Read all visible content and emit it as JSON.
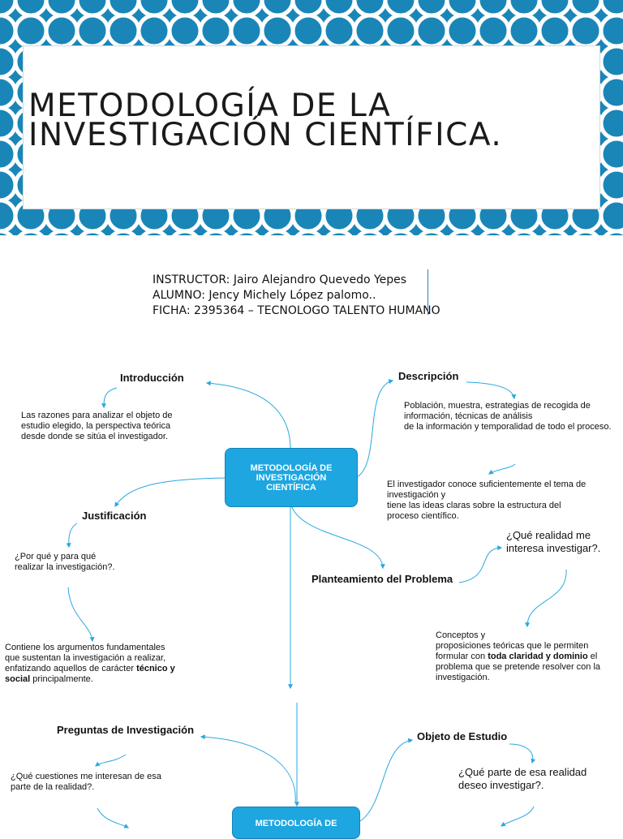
{
  "slide": {
    "title_line1": "METODOLOGÍA DE LA",
    "title_line2": "INVESTIGACIÓN CIENTÍFICA.",
    "instructor": "INSTRUCTOR: Jairo Alejandro Quevedo Yepes",
    "alumno": "ALUMNO: Jency Michely López palomo..",
    "ficha": "FICHA: 2395364 – TECNOLOGO TALENTO HUMANO"
  },
  "map1": {
    "center": {
      "line1": "METODOLOGÍA DE",
      "line2": "INVESTIGACIÓN",
      "line3": "CIENTÍFICA"
    },
    "introduccion": {
      "title": "Introducción",
      "text_line1": "Las razones para analizar el objeto de",
      "text_line2": "estudio elegido, la perspectiva teórica",
      "text_line3": "desde donde se sitúa el investigador."
    },
    "descripcion": {
      "title": "Descripción",
      "text_line1": "Población, muestra, estrategias de recogida de",
      "text_line2": "información, técnicas de análisis",
      "text_line3": "de la información y temporalidad de todo el proceso.",
      "text2_line1": "El investigador conoce suficientemente el tema de",
      "text2_line2": "investigación y",
      "text2_line3": "tiene las ideas claras sobre la estructura del",
      "text2_line4": "proceso científico."
    },
    "justificacion": {
      "title": "Justificación",
      "q_line1": "¿Por qué y para qué",
      "q_line2": "realizar la investigación?.",
      "text_line1": "Contiene los argumentos fundamentales",
      "text_line2": "que sustentan la investigación a realizar,",
      "text_line3_a": "enfatizando aquellos de carácter ",
      "text_line3_b": "técnico y",
      "text_line4_a": "social",
      "text_line4_b": " principalmente."
    },
    "planteamiento": {
      "title": "Planteamiento del Problema",
      "q_line1": "¿Qué realidad me",
      "q_line2": "interesa investigar?.",
      "text_line1": "Conceptos y",
      "text_line2": "proposiciones teóricas que le permiten",
      "text_line3_a": "formular con ",
      "text_line3_b": "toda claridad y dominio",
      "text_line3_c": " el",
      "text_line4": "problema que se pretende resolver con la",
      "text_line5": "investigación."
    }
  },
  "map2": {
    "center": {
      "line1": "METODOLOGÍA DE"
    },
    "preguntas": {
      "title": "Preguntas de Investigación",
      "text_line1": "¿Qué cuestiones me interesan de esa",
      "text_line2": "parte de la realidad?."
    },
    "objeto": {
      "title": "Objeto de Estudio",
      "q_line1": "¿Qué parte de esa realidad",
      "q_line2": "deseo investigar?."
    }
  },
  "colors": {
    "banner": "#1a86b8",
    "node": "#1da6e0",
    "connector": "#2aa8e0"
  }
}
